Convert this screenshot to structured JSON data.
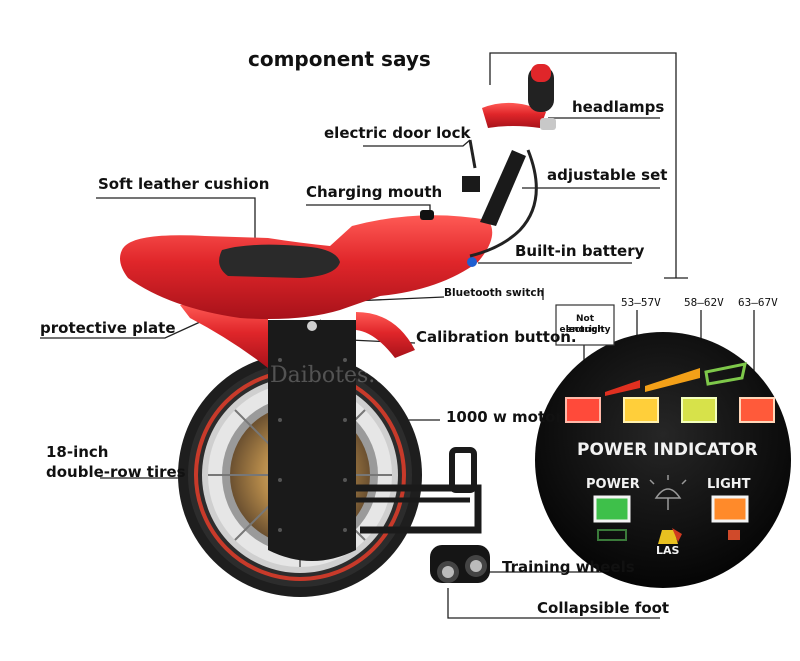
{
  "title": "component says",
  "labels": {
    "headlamps": "headlamps",
    "electric_door_lock": "electric door lock",
    "adjustable_set": "adjustable set",
    "soft_leather_cushion": "Soft leather cushion",
    "charging_mouth": "Charging mouth",
    "builtin_battery": "Built-in battery",
    "bluetooth_switch": "Bluetooth switch",
    "protective_plate": "protective plate",
    "calibration_button": "Calibration button.",
    "motor": "1000 w motor",
    "tires_line1": "18-inch",
    "tires_line2": "double-row tires",
    "training_wheels": "Training wheels",
    "collapsible_foot": "Collapsible foot"
  },
  "indicator": {
    "not_enough_line1": "Not enough",
    "not_enough_line2": "electricity",
    "voltages": [
      "53–57V",
      "58–62V",
      "63–67V"
    ],
    "panel_title": "POWER INDICATOR",
    "power": "POWER",
    "light": "LIGHT",
    "las": "LAS"
  },
  "watermark": "Daibotes...ie",
  "colors": {
    "body_red": "#e0262a",
    "panel_black": "#0d0d0d",
    "lamp_red": "#ff4a3a",
    "lamp_orange": "#ffb020",
    "lamp_yellow": "#e6e830",
    "lamp_green": "#7ec84a"
  }
}
